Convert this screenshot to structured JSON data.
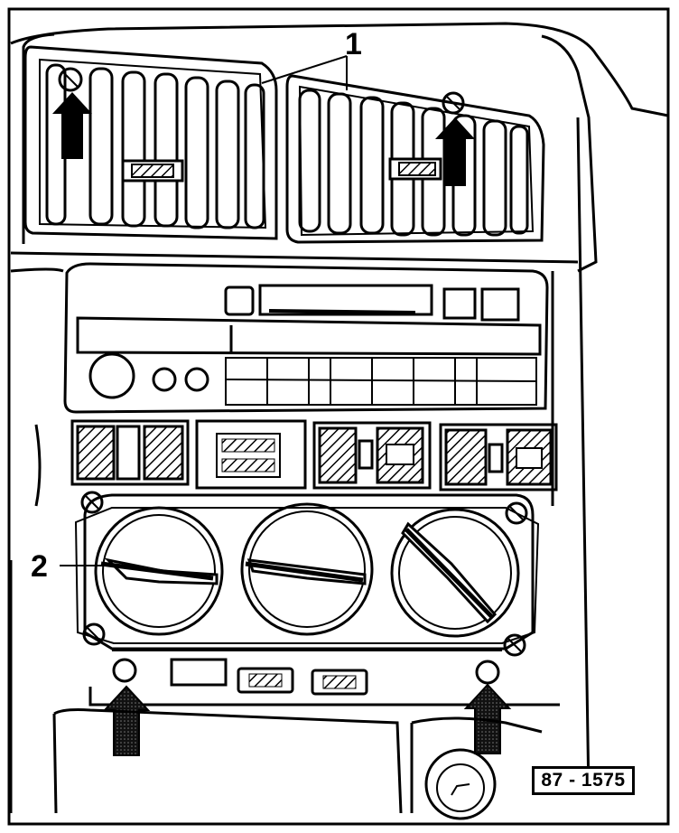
{
  "diagram": {
    "callouts": {
      "vents": "1",
      "control_panel": "2"
    },
    "reference_number": "87 - 1575"
  },
  "colors": {
    "ink": "#000000",
    "paper": "#ffffff"
  }
}
